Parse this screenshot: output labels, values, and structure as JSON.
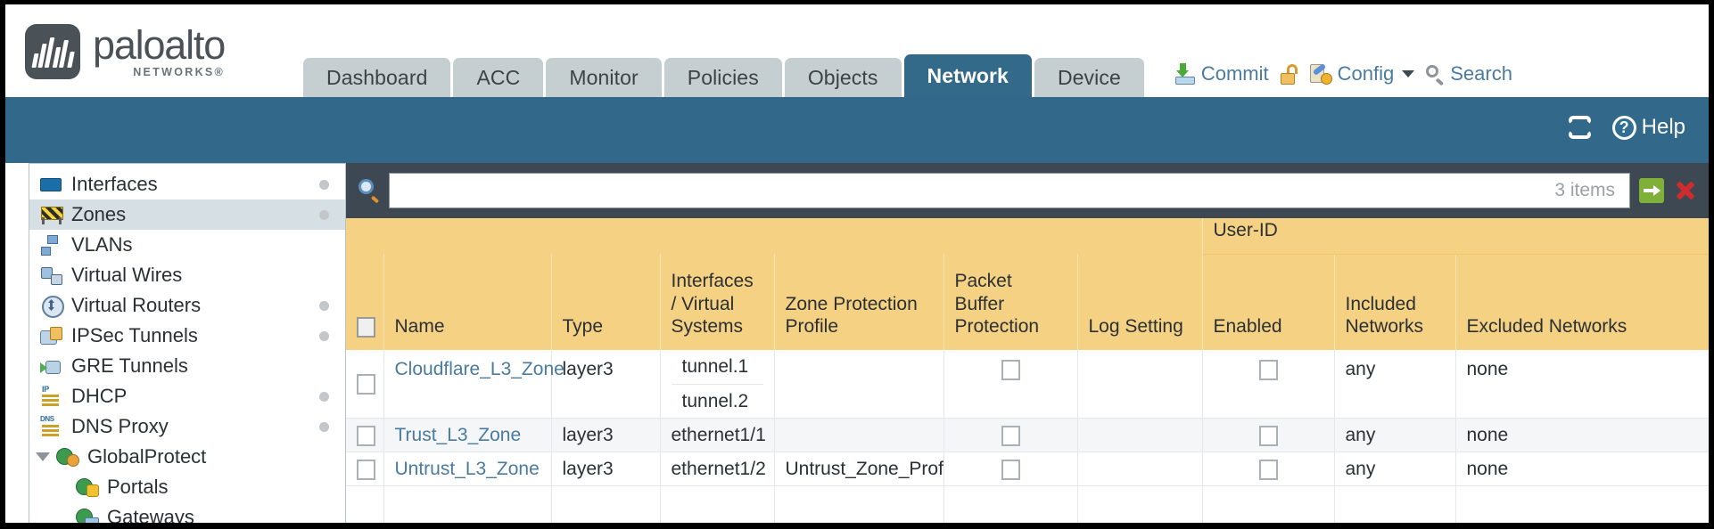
{
  "brand": {
    "name": "paloalto",
    "sub": "NETWORKS®",
    "logo_icon": "paloalto-logo-icon"
  },
  "tabs": [
    {
      "label": "Dashboard",
      "active": false
    },
    {
      "label": "ACC",
      "active": false
    },
    {
      "label": "Monitor",
      "active": false
    },
    {
      "label": "Policies",
      "active": false
    },
    {
      "label": "Objects",
      "active": false
    },
    {
      "label": "Network",
      "active": true
    },
    {
      "label": "Device",
      "active": false
    }
  ],
  "header_actions": {
    "commit": {
      "label": "Commit",
      "icon": "commit-icon"
    },
    "lock": {
      "icon": "unlock-icon"
    },
    "config": {
      "label": "Config",
      "icon": "config-key-icon",
      "caret": "chevron-down-icon"
    },
    "search": {
      "label": "Search",
      "icon": "search-icon"
    }
  },
  "band": {
    "refresh": {
      "icon": "refresh-icon"
    },
    "help": {
      "label": "Help",
      "icon": "help-icon",
      "glyph": "?"
    }
  },
  "sidebar": {
    "items": [
      {
        "label": "Interfaces",
        "icon": "interfaces-icon",
        "dot": true,
        "selected": false,
        "child": false,
        "twisty": false
      },
      {
        "label": "Zones",
        "icon": "zones-icon",
        "dot": true,
        "selected": true,
        "child": false,
        "twisty": false
      },
      {
        "label": "VLANs",
        "icon": "vlans-icon",
        "dot": false,
        "selected": false,
        "child": false,
        "twisty": false
      },
      {
        "label": "Virtual Wires",
        "icon": "virtual-wires-icon",
        "dot": false,
        "selected": false,
        "child": false,
        "twisty": false
      },
      {
        "label": "Virtual Routers",
        "icon": "virtual-routers-icon",
        "dot": true,
        "selected": false,
        "child": false,
        "twisty": false
      },
      {
        "label": "IPSec Tunnels",
        "icon": "ipsec-tunnels-icon",
        "dot": true,
        "selected": false,
        "child": false,
        "twisty": false
      },
      {
        "label": "GRE Tunnels",
        "icon": "gre-tunnels-icon",
        "dot": false,
        "selected": false,
        "child": false,
        "twisty": false
      },
      {
        "label": "DHCP",
        "icon": "dhcp-icon",
        "dot": true,
        "selected": false,
        "child": false,
        "twisty": false
      },
      {
        "label": "DNS Proxy",
        "icon": "dns-proxy-icon",
        "dot": true,
        "selected": false,
        "child": false,
        "twisty": false
      },
      {
        "label": "GlobalProtect",
        "icon": "globalprotect-icon",
        "dot": false,
        "selected": false,
        "child": false,
        "twisty": true
      },
      {
        "label": "Portals",
        "icon": "portals-icon",
        "dot": false,
        "selected": false,
        "child": true,
        "twisty": false
      },
      {
        "label": "Gateways",
        "icon": "gateways-icon",
        "dot": false,
        "selected": false,
        "child": true,
        "twisty": false
      }
    ]
  },
  "search": {
    "icon": "search-magnifier-icon",
    "value": "",
    "placeholder": "",
    "items_count": "3 items",
    "apply_icon": "apply-filter-icon",
    "clear_icon": "clear-filter-icon"
  },
  "table": {
    "group_header": {
      "label": "User-ID",
      "span": 3
    },
    "columns": [
      {
        "key": "checkbox",
        "label": ""
      },
      {
        "key": "name",
        "label": "Name"
      },
      {
        "key": "type",
        "label": "Type"
      },
      {
        "key": "interfaces",
        "label": "Interfaces / Virtual Systems"
      },
      {
        "key": "zone_protection",
        "label": "Zone Protection Profile"
      },
      {
        "key": "packet_buffer",
        "label": "Packet Buffer Protection"
      },
      {
        "key": "log_setting",
        "label": "Log Setting"
      },
      {
        "key": "enabled",
        "label": "Enabled"
      },
      {
        "key": "included",
        "label": "Included Networks"
      },
      {
        "key": "excluded",
        "label": "Excluded Networks"
      }
    ],
    "rows": [
      {
        "selected": false,
        "name": "Cloudflare_L3_Zone",
        "type": "layer3",
        "interfaces": [
          "tunnel.1",
          "tunnel.2"
        ],
        "zone_protection": "",
        "packet_buffer_checked": false,
        "log_setting": "",
        "enabled_checked": false,
        "included": "any",
        "excluded": "none"
      },
      {
        "selected": false,
        "name": "Trust_L3_Zone",
        "type": "layer3",
        "interfaces": [
          "ethernet1/1"
        ],
        "zone_protection": "",
        "packet_buffer_checked": false,
        "log_setting": "",
        "enabled_checked": false,
        "included": "any",
        "excluded": "none"
      },
      {
        "selected": false,
        "name": "Untrust_L3_Zone",
        "type": "layer3",
        "interfaces": [
          "ethernet1/2"
        ],
        "zone_protection": "Untrust_Zone_Prof",
        "packet_buffer_checked": false,
        "log_setting": "",
        "enabled_checked": false,
        "included": "any",
        "excluded": "none"
      }
    ]
  },
  "colors": {
    "brand_dark": "#4a5157",
    "tab_inactive": "#c5cfd2",
    "tab_active": "#336a8a",
    "band_blue": "#32698b",
    "search_strip": "#3d4852",
    "header_gold": "#f5d183",
    "group_gold": "#e0af44",
    "link_blue": "#4a7b9d",
    "row_alt": "#f4f6f7",
    "sidebar_selected": "#d6dfe3"
  }
}
